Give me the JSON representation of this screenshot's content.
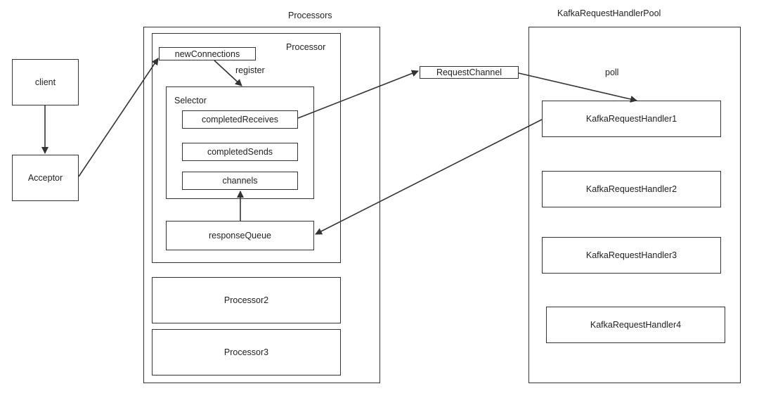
{
  "labels": {
    "client": "client",
    "acceptor": "Acceptor",
    "processors_title": "Processors",
    "processor_title": "Processor",
    "new_connections": "newConnections",
    "register": "register",
    "selector": "Selector",
    "completed_receives": "completedReceives",
    "completed_sends": "completedSends",
    "channels": "channels",
    "response_queue": "responseQueue",
    "processor2": "Processor2",
    "processor3": "Processor3",
    "request_channel": "RequestChannel",
    "pool_title": "KafkaRequestHandlerPool",
    "poll": "poll",
    "handler1": "KafkaRequestHandler1",
    "handler2": "KafkaRequestHandler2",
    "handler3": "KafkaRequestHandler3",
    "handler4": "KafkaRequestHandler4"
  },
  "colors": {
    "stroke": "#333333",
    "background": "#ffffff"
  }
}
